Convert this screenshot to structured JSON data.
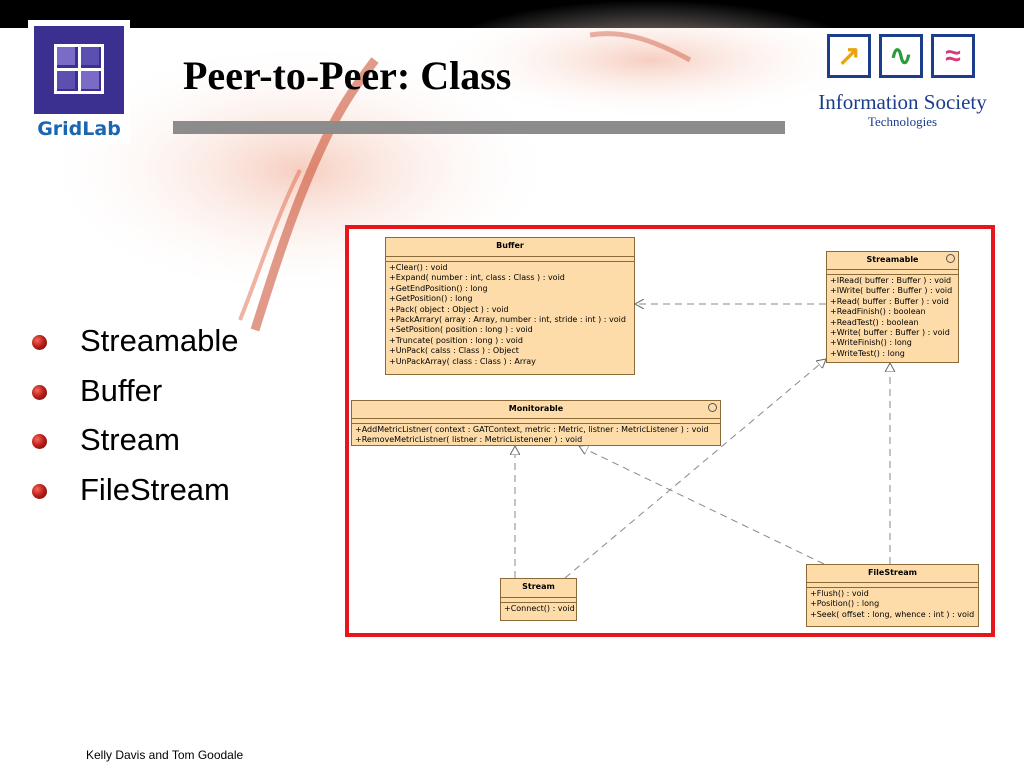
{
  "slide": {
    "title": "Peer-to-Peer: Class",
    "footer": "Kelly Davis and Tom Goodale"
  },
  "logos": {
    "gridlab": {
      "text": "GridLab"
    },
    "ist": {
      "line1": "Information Society",
      "line2": "Technologies"
    }
  },
  "bullets": [
    "Streamable",
    "Buffer",
    "Stream",
    "FileStream"
  ],
  "colors": {
    "frame": "#e8151a",
    "class_fill": "#fddcaa",
    "bullet": "#c0201a",
    "title_rule": "#8c8c8c"
  },
  "diagram": {
    "classes": {
      "buffer": {
        "name": "Buffer",
        "operations": [
          "+Clear() : void",
          "+Expand( number : int, class : Class ) : void",
          "+GetEndPosition() : long",
          "+GetPosition() : long",
          "+Pack( object : Object ) : void",
          "+PackArrary( array : Array, number : int, stride : int ) : void",
          "+SetPosition( position : long ) : void",
          "+Truncate( position : long ) : void",
          "+UnPack( calss : Class ) : Object",
          "+UnPackArray( class : Class ) : Array"
        ]
      },
      "streamable": {
        "name": "Streamable",
        "operations": [
          "+IRead( buffer : Buffer ) : void",
          "+IWrite( buffer : Buffer ) : void",
          "+Read( buffer : Buffer ) : void",
          "+ReadFinish() : boolean",
          "+ReadTest() : boolean",
          "+Write( buffer : Buffer ) : void",
          "+WriteFinish() : long",
          "+WriteTest() : long"
        ]
      },
      "monitorable": {
        "name": "Monitorable",
        "operations": [
          "+AddMetricListner( context : GATContext, metric : Metric, listner : MetricListener ) : void",
          "+RemoveMetricListner( listner : MetricListenener ) : void"
        ]
      },
      "stream": {
        "name": "Stream",
        "operations": [
          "+Connect() : void"
        ]
      },
      "filestream": {
        "name": "FileStream",
        "operations": [
          "+Flush() : void",
          "+Position() : long",
          "+Seek( offset : long, whence : int ) : void"
        ]
      }
    }
  }
}
